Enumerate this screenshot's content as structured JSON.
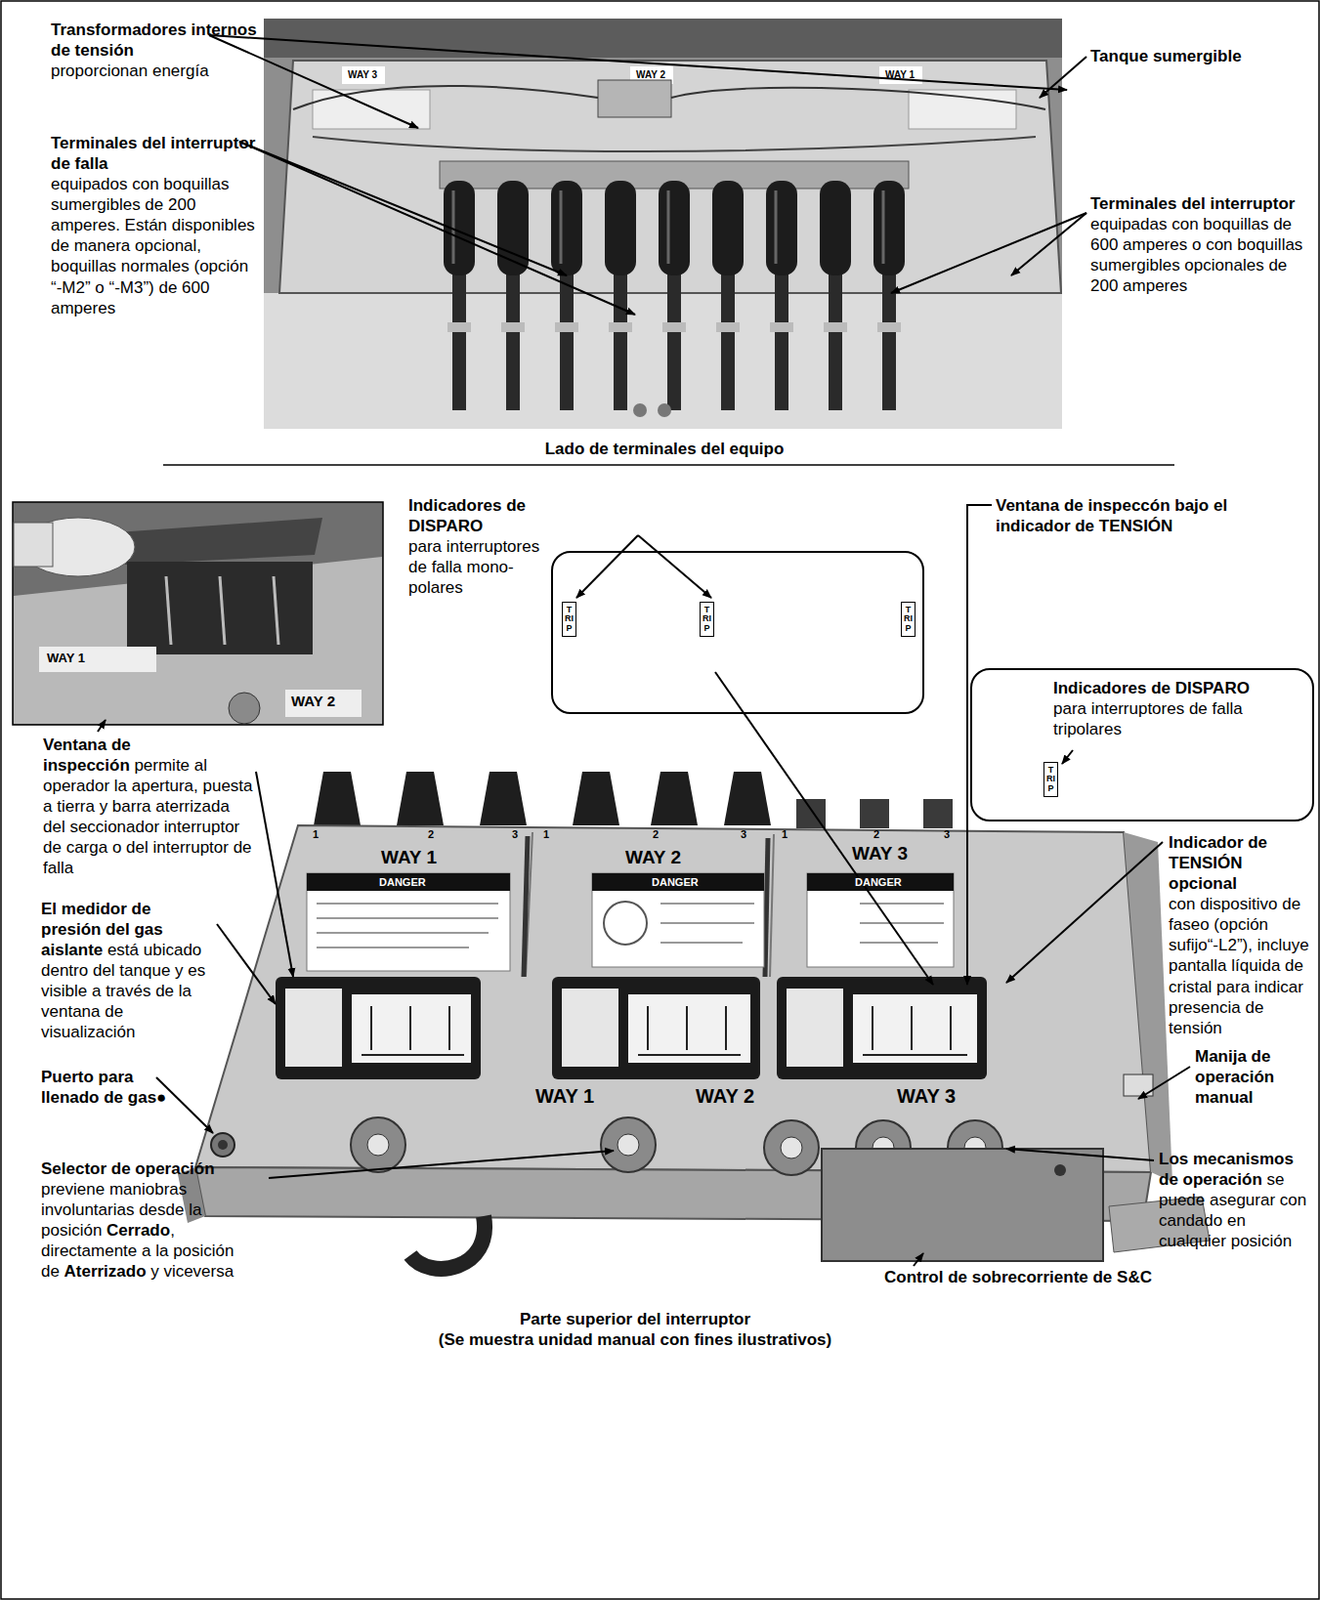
{
  "diagram": {
    "nodes": [
      {
        "text": [
          "TRIP",
          "TRIP",
          "TRIP"
        ]
      },
      {
        "text": [
          "Indicadores de DISPARO",
          "para interruptores de falla tripolares",
          "TRIP"
        ]
      }
    ],
    "labels": [
      "Transformadores internos de tensión",
      "proporcionan energía",
      "Tanque sumergible",
      "Terminales del interruptor de falla",
      "equipados con boquillas sumergibles de 200 amperes. Están disponibles de manera opcional, boquillas normales (opción “-M2” o “-M3”) de 600 amperes",
      "Terminales del interruptor",
      "equipadas con boquillas de 600 amperes o con boquillas sumergibles opcionales de 200 amperes",
      "Lado de terminales del equipo",
      "Indicadores de DISPARO",
      "para interruptores de falla mono-polares",
      "Ventana de inspeccón bajo el indicador de TENSIÓN",
      "Ventana de inspección",
      "permite al operador la apertura, puesta a tierra y barra aterrizada del seccionador interruptor de carga o del interruptor de falla",
      "Indicador de TENSIÓN opcional",
      "con dispositivo de faseo (opción sufijo“-L2”), incluye pantalla líquida de cristal para indicar presencia de tensión",
      "El medidor de presión del gas aislante",
      "está ubicado dentro del tanque y es visible a través de la ventana de visualización",
      "Manija de operación manual",
      "Puerto para llenado de gas●",
      "Selector de operación",
      "previene maniobras involuntarias desde la posición",
      "Cerrado",
      ", directamente a la posición de",
      "Aterrizado",
      "y viceversa",
      "Los mecanismos de operación",
      "se puede asegurar con candado en cualquier posición",
      "Control de sobrecorriente de S&C",
      "Parte superior del interruptor",
      "(Se muestra unidad manual con fines ilustrativos)",
      "WAY 3",
      "WAY 2",
      "WAY 1",
      "WAY 1",
      "WAY 2",
      "WAY 1",
      "WAY 2",
      "WAY 3",
      "DANGER",
      "DANGER",
      "DANGER",
      "WAY 1",
      "WAY 2",
      "WAY 3",
      "1",
      "2",
      "3",
      "1",
      "2",
      "3",
      "1",
      "2",
      "3"
    ]
  }
}
